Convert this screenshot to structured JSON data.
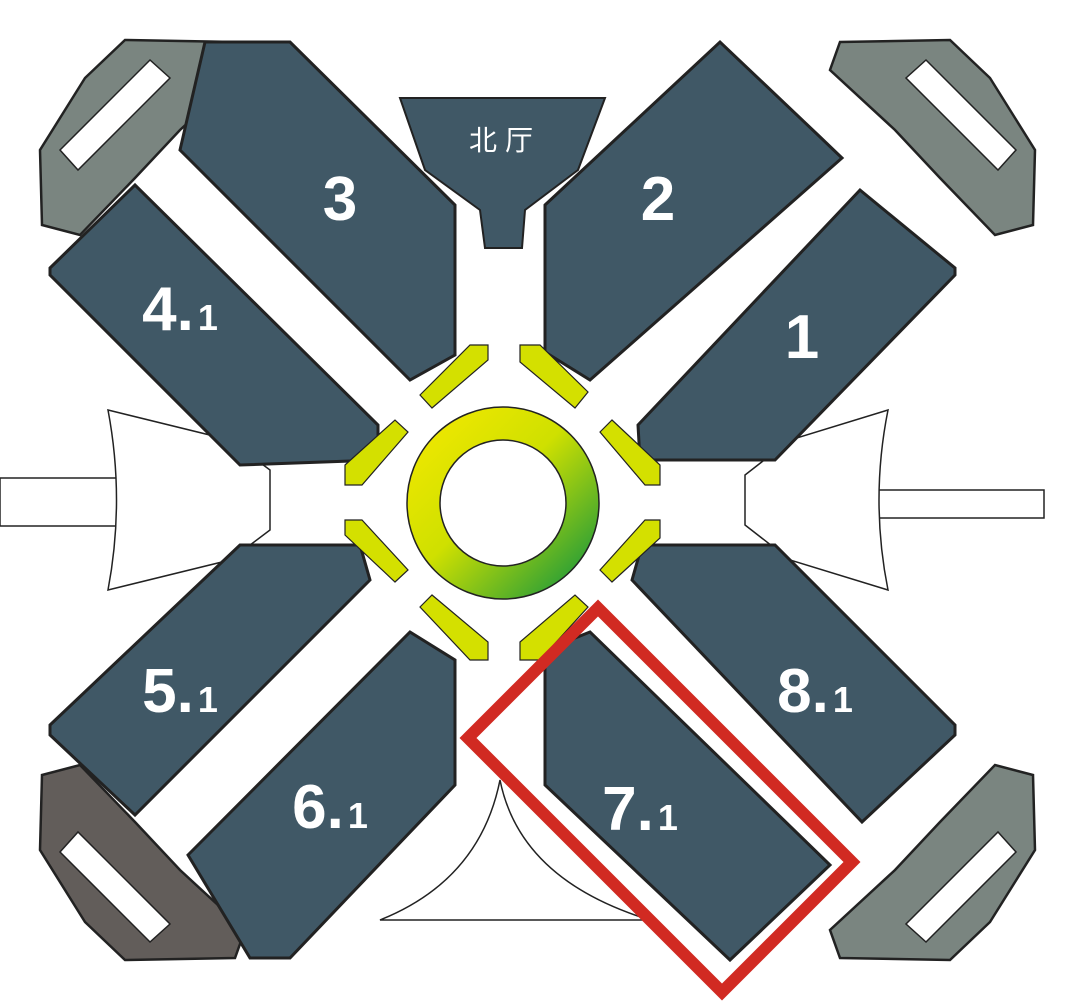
{
  "map": {
    "colors": {
      "hall_fill": "#405866",
      "hall_border": "#222222",
      "corridor_fill": "#ffffff",
      "wing_fill": "#7a8580",
      "wing_dark_fill": "#625d5a",
      "accent_yellow": "#d4e000",
      "ring_start": "#f0e800",
      "ring_end": "#1f9a3a",
      "highlight_red": "#d12a22"
    },
    "halls": [
      {
        "id": "hall-1",
        "main": "1",
        "sub": ""
      },
      {
        "id": "hall-2",
        "main": "2",
        "sub": ""
      },
      {
        "id": "hall-3",
        "main": "3",
        "sub": ""
      },
      {
        "id": "hall-4-1",
        "main": "4.",
        "sub": "1"
      },
      {
        "id": "hall-5-1",
        "main": "5.",
        "sub": "1"
      },
      {
        "id": "hall-6-1",
        "main": "6.",
        "sub": "1"
      },
      {
        "id": "hall-7-1",
        "main": "7.",
        "sub": "1"
      },
      {
        "id": "hall-8-1",
        "main": "8.",
        "sub": "1"
      }
    ],
    "north_hall": "北厅",
    "highlighted_hall": "7.1"
  }
}
